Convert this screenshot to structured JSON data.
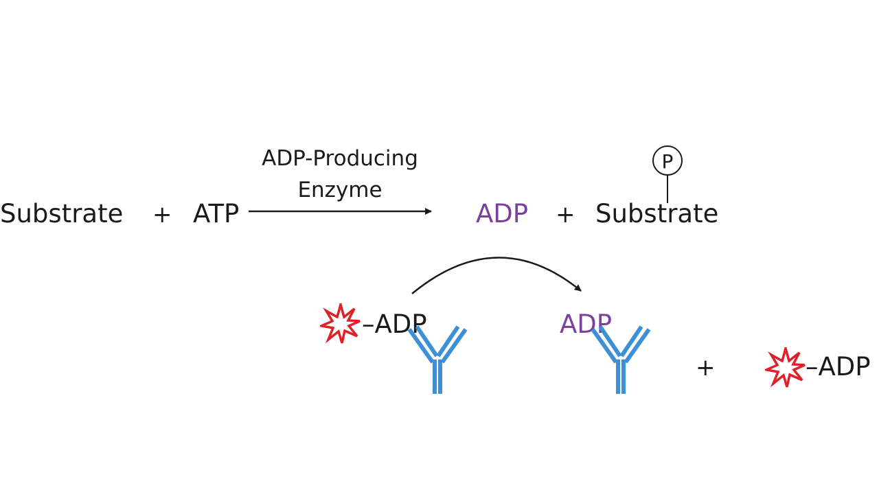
{
  "reaction": {
    "substrate": "Substrate",
    "plus": "+",
    "atp": "ATP",
    "enzyme_line1": "ADP-Producing",
    "enzyme_line2": "Enzyme",
    "adp": "ADP",
    "product_substrate": "Substrate",
    "phospho": "P"
  },
  "detection": {
    "tracer_label": "–ADP",
    "free_adp": "ADP",
    "plus": "+",
    "released_tracer_label": "–ADP"
  },
  "colors": {
    "text": "#1a1a1a",
    "adp": "#7b3f9e",
    "antibody": "#3d8fd6",
    "tracer": "#e02027"
  },
  "icons": {
    "tracer": "starburst-icon",
    "antibody": "antibody-icon",
    "phosphate": "phosphate-circle-icon"
  }
}
